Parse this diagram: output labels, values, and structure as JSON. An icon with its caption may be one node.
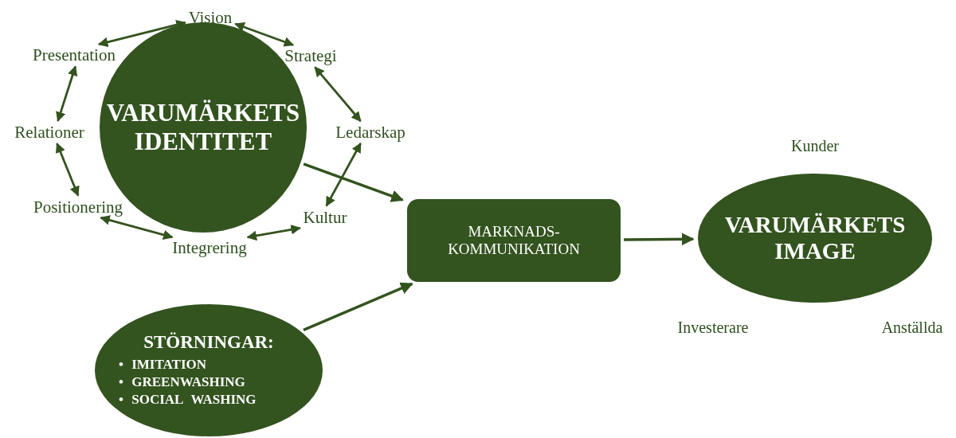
{
  "diagram": {
    "nodes": [
      {
        "text": [
          "VARUMÄRKETS IDENTITET"
        ]
      },
      {
        "text": [
          "Vision"
        ]
      },
      {
        "text": [
          "Strategi"
        ]
      },
      {
        "text": [
          "Ledarskap"
        ]
      },
      {
        "text": [
          "Kultur"
        ]
      },
      {
        "text": [
          "Integrering"
        ]
      },
      {
        "text": [
          "Positionering"
        ]
      },
      {
        "text": [
          "Relationer"
        ]
      },
      {
        "text": [
          "Presentation"
        ]
      },
      {
        "text": [
          "STÖRNINGAR:",
          "• IMITATION",
          "• GREENWASHING",
          "• SOCIAL WASHING"
        ]
      },
      {
        "text": [
          "MARKNADS- KOMMUNIKATION"
        ]
      },
      {
        "text": [
          "VARUMÄRKETS IMAGE"
        ],
        "beside": [
          "Kunder",
          "Investerare",
          "Anställda"
        ]
      }
    ],
    "edges": [
      {
        "from": 8,
        "to": 1,
        "arrow": "both"
      },
      {
        "from": 1,
        "to": 2,
        "arrow": "both"
      },
      {
        "from": 2,
        "to": 3,
        "arrow": "both"
      },
      {
        "from": 3,
        "to": 4,
        "arrow": "both"
      },
      {
        "from": 4,
        "to": 5,
        "arrow": "both"
      },
      {
        "from": 5,
        "to": 6,
        "arrow": "both"
      },
      {
        "from": 6,
        "to": 7,
        "arrow": "both"
      },
      {
        "from": 7,
        "to": 8,
        "arrow": "both"
      },
      {
        "from": 0,
        "to": 10,
        "arrow": "to"
      },
      {
        "from": 9,
        "to": 10,
        "arrow": "to"
      },
      {
        "from": 10,
        "to": 11,
        "arrow": "to"
      }
    ]
  }
}
